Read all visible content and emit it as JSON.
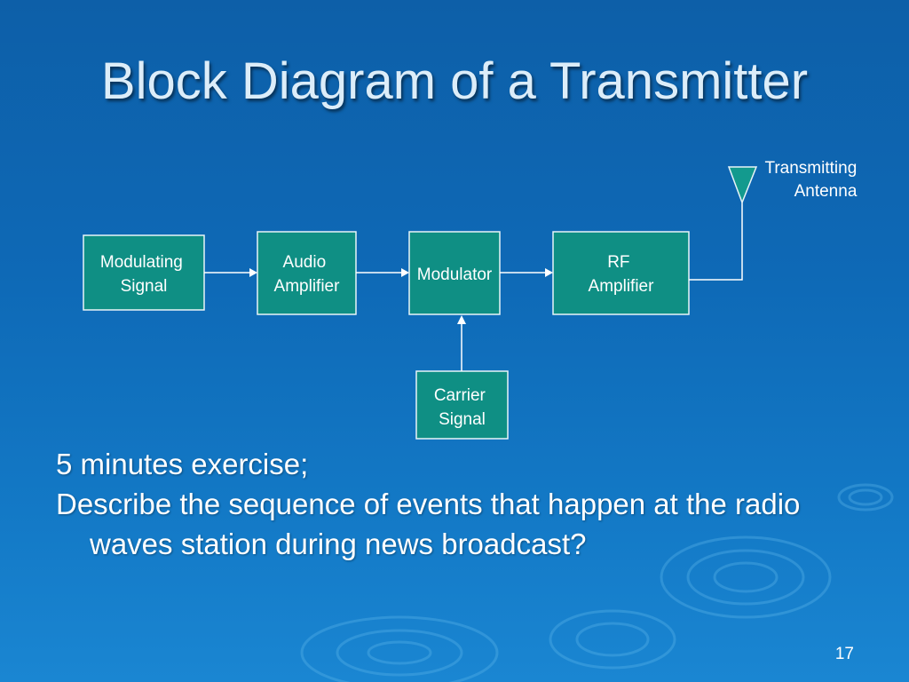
{
  "slide": {
    "title": "Block Diagram of a Transmitter",
    "number": "17"
  },
  "diagram": {
    "blocks": {
      "modulating_signal": {
        "lines": [
          "Modulating",
          "Signal"
        ]
      },
      "audio_amplifier": {
        "lines": [
          "Audio",
          "Amplifier"
        ]
      },
      "modulator": {
        "lines": [
          "Modulator"
        ]
      },
      "rf_amplifier": {
        "lines": [
          "RF",
          "Amplifier"
        ]
      },
      "carrier_signal": {
        "lines": [
          "Carrier",
          "Signal"
        ]
      }
    },
    "antenna_label": [
      "Transmitting",
      "Antenna"
    ]
  },
  "exercise": {
    "heading": "5 minutes exercise;",
    "question": "Describe the sequence of events that happen at the radio waves station during news broadcast?"
  },
  "colors": {
    "block_fill": "#0f8f84",
    "block_border": "#e8f4f8",
    "line": "#ffffff",
    "antenna_fill": "#139a8e"
  }
}
